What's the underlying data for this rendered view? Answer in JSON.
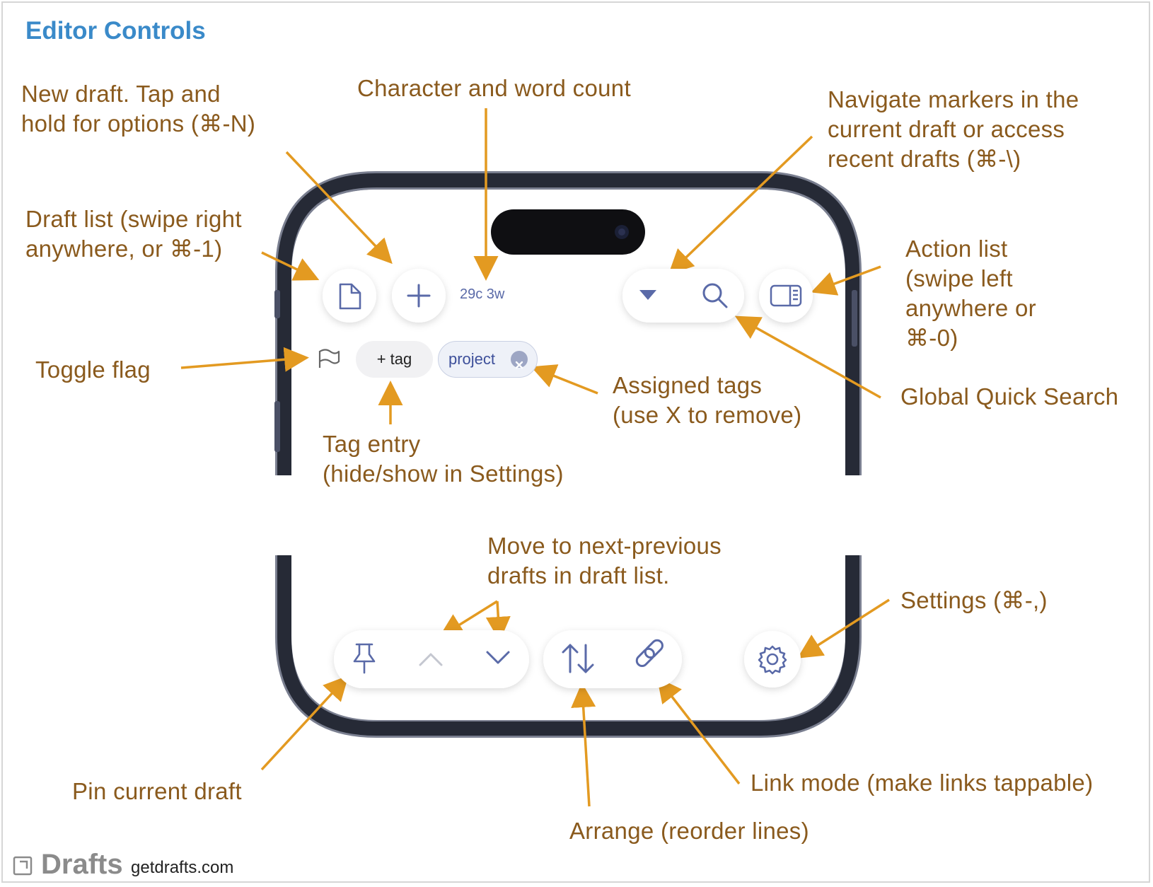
{
  "title": "Editor Controls",
  "annotations": {
    "new_draft": [
      "New draft. Tap and",
      "hold for options (⌘-N)"
    ],
    "char_count": [
      "Character and word count"
    ],
    "navigate_markers": [
      "Navigate markers in the",
      "current draft or access",
      "recent drafts (⌘-\\)"
    ],
    "draft_list": [
      "Draft list (swipe right",
      "anywhere, or ⌘-1)"
    ],
    "action_list": [
      "Action list",
      "(swipe left",
      "anywhere or",
      "⌘-0)"
    ],
    "toggle_flag": [
      "Toggle flag"
    ],
    "assigned_tags": [
      "Assigned tags",
      "(use X to remove)"
    ],
    "global_search": [
      "Global Quick Search"
    ],
    "tag_entry": [
      "Tag entry",
      "(hide/show in Settings)"
    ],
    "move_drafts": [
      "Move to next-previous",
      "drafts in draft list."
    ],
    "settings": [
      "Settings (⌘-,)"
    ],
    "pin": [
      "Pin current draft"
    ],
    "link_mode": [
      "Link mode (make links tappable)"
    ],
    "arrange": [
      "Arrange (reorder lines)"
    ]
  },
  "editor": {
    "count": "29c 3w",
    "tag_entry_label": "+ tag",
    "tag_chip": "project"
  },
  "icons": {
    "top_left": [
      "document-icon",
      "plus-icon"
    ],
    "top_right": [
      "triangle-down-icon",
      "search-icon",
      "sidebar-icon"
    ],
    "row": [
      "flag-icon",
      "remove-tag-icon"
    ],
    "bottom": [
      "pin-icon",
      "chevron-up-icon",
      "chevron-down-icon",
      "arrange-icon",
      "link-icon",
      "gear-icon"
    ]
  },
  "footer": {
    "logo": "Drafts",
    "url": "getdrafts.com"
  },
  "colors": {
    "title": "#3a8ac9",
    "annotation_text": "#8a5a1d",
    "arrow": "#e39a21",
    "icon": "#5a6aa8",
    "phone_frame": "#2c3140"
  }
}
